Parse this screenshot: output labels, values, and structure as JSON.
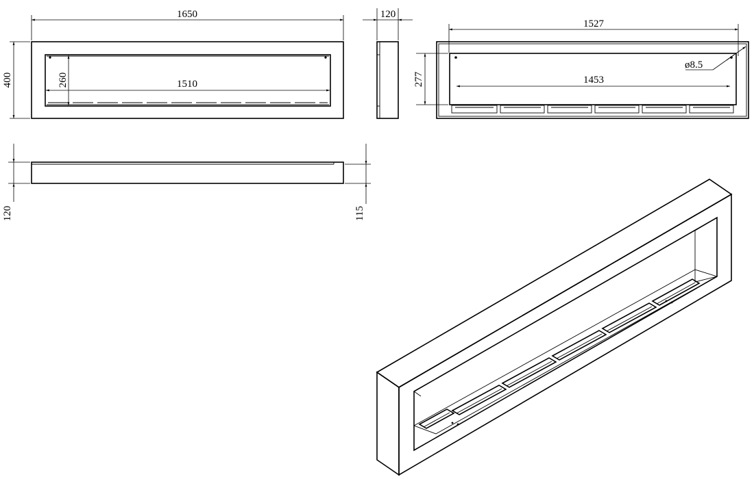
{
  "front_view": {
    "overall_width": "1650",
    "overall_height": "400",
    "opening_width": "1510",
    "opening_height": "260"
  },
  "side_view": {
    "depth": "120"
  },
  "rear_view": {
    "mount_hole_spacing": "1527",
    "inner_width": "1453",
    "inner_height": "277",
    "hole_diameter": "ø8.5"
  },
  "top_view": {
    "left_depth": "120",
    "right_depth": "115"
  }
}
